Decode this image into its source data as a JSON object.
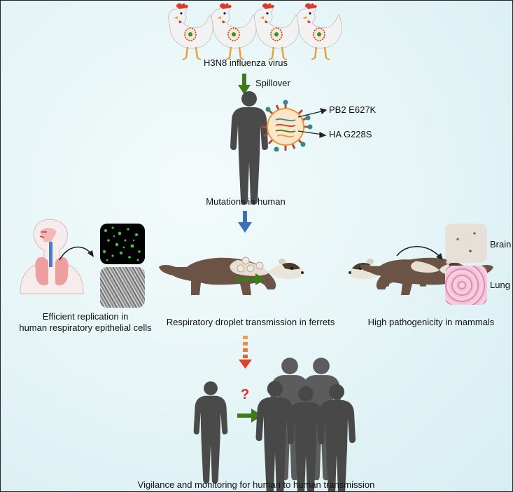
{
  "labels": {
    "virus": "H3N8 influenza virus",
    "spillover": "Spillover",
    "mutation1": "PB2 E627K",
    "mutation2": "HA G228S",
    "mutations_in_human": "Mutations in human",
    "replication_line1": "Efficient replication in",
    "replication_line2": "human respiratory epithelial cells",
    "droplet": "Respiratory droplet transmission in ferrets",
    "pathogenicity": "High pathogenicity in mammals",
    "brain": "Brain",
    "lung": "Lung",
    "question": "?",
    "vigilance": "Vigilance and monitoring for human to human transmission"
  },
  "colors": {
    "green_arrow": "#3d7a1c",
    "blue_arrow": "#3a72b8",
    "dashed_arrow": "#e8502a",
    "question": "#e3281e",
    "person": "#4a4a4a",
    "ferret_body": "#6b5446"
  },
  "icons": [
    "chicken-icon",
    "person-icon",
    "virus-icon",
    "lungs-icon",
    "ferret-icon",
    "crowd-icon"
  ]
}
